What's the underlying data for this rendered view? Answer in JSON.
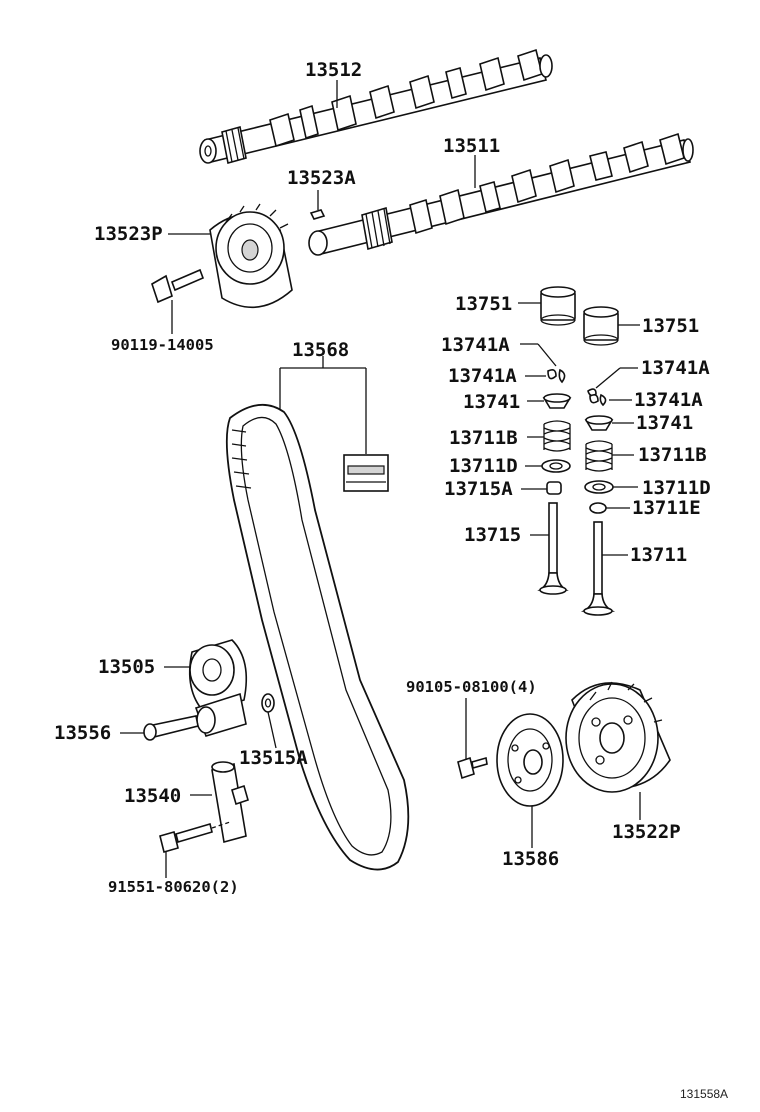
{
  "parts": [
    {
      "id": "cam-exhaust",
      "number": "13512"
    },
    {
      "id": "cam-intake",
      "number": "13511"
    },
    {
      "id": "cam-key",
      "number": "13523A"
    },
    {
      "id": "cam-pulley",
      "number": "13523P"
    },
    {
      "id": "pulley-bolt",
      "number": "90119-14005"
    },
    {
      "id": "timing-belt",
      "number": "13568"
    },
    {
      "id": "lifter-left",
      "number": "13751"
    },
    {
      "id": "lifter-right",
      "number": "13751"
    },
    {
      "id": "keeper-left-top",
      "number": "13741A"
    },
    {
      "id": "keeper-left",
      "number": "13741A"
    },
    {
      "id": "keeper-right-top",
      "number": "13741A"
    },
    {
      "id": "keeper-right",
      "number": "13741A"
    },
    {
      "id": "retainer-left",
      "number": "13741"
    },
    {
      "id": "retainer-right",
      "number": "13741"
    },
    {
      "id": "spring-left",
      "number": "13711B"
    },
    {
      "id": "spring-right",
      "number": "13711B"
    },
    {
      "id": "seat-left",
      "number": "13711D"
    },
    {
      "id": "seat-right",
      "number": "13711D"
    },
    {
      "id": "stem-seal-left",
      "number": "13715A"
    },
    {
      "id": "stem-seal-right",
      "number": "13711E"
    },
    {
      "id": "valve-exhaust",
      "number": "13715"
    },
    {
      "id": "valve-intake",
      "number": "13711"
    },
    {
      "id": "idler-pulley",
      "number": "13505"
    },
    {
      "id": "idler-bolt",
      "number": "13556"
    },
    {
      "id": "washer",
      "number": "13515A"
    },
    {
      "id": "tensioner",
      "number": "13540"
    },
    {
      "id": "tensioner-bolt",
      "number": "91551-80620(2)"
    },
    {
      "id": "crank-bolt",
      "number": "90105-08100(4)"
    },
    {
      "id": "crank-plate",
      "number": "13586"
    },
    {
      "id": "crank-pulley",
      "number": "13522P"
    }
  ],
  "figure_ref": "131558A"
}
